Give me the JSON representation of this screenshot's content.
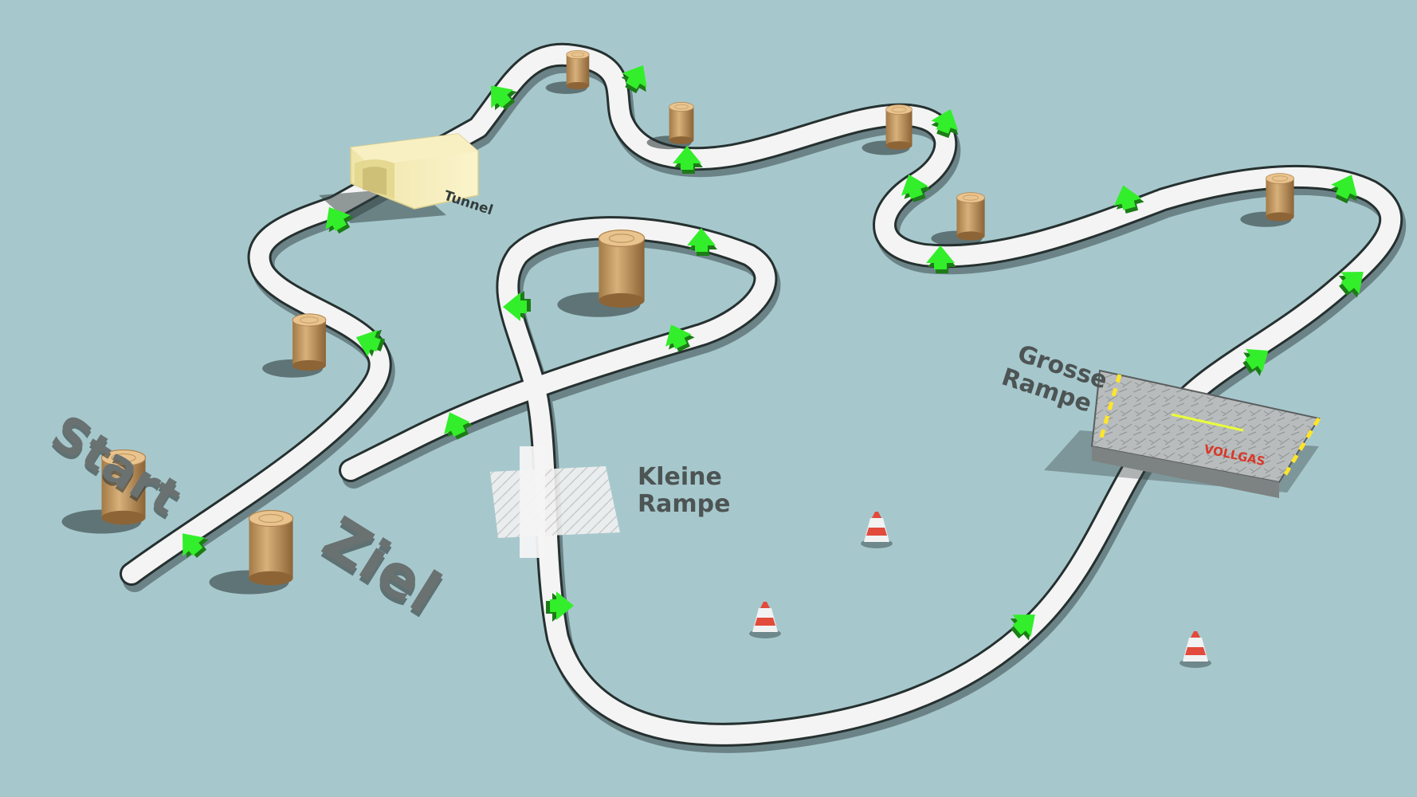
{
  "scene": {
    "colors": {
      "ground": "#a6c8cd",
      "track": "#f4f4f4",
      "track_edge": "#2a3336",
      "arrow": "#33ee2a",
      "stump": "#d9b078",
      "tunnel": "#f5ebb4",
      "cone": "#e24a3c"
    },
    "labels": {
      "start": "Start",
      "finish": "Ziel",
      "tunnel": "Tunnel",
      "small_ramp": [
        "Kleine",
        "Rampe"
      ],
      "big_ramp": [
        "Grosse",
        "Rampe"
      ],
      "big_ramp_sign": "VOLLGAS"
    },
    "icons": {
      "direction": "green-arrow-icon",
      "stump": "tree-stump-icon",
      "cone": "traffic-cone-icon"
    }
  }
}
